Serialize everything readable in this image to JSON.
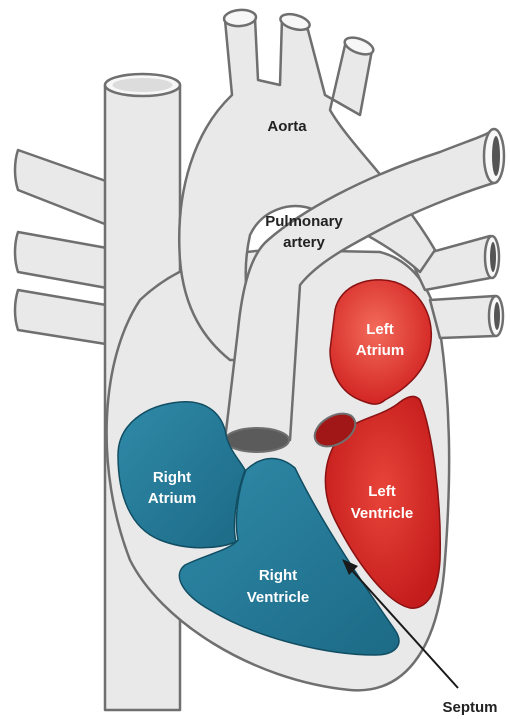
{
  "diagram": {
    "labels": {
      "aorta": "Aorta",
      "pulmonary_artery_line1": "Pulmonary",
      "pulmonary_artery_line2": "artery",
      "left_atrium_line1": "Left",
      "left_atrium_line2": "Atrium",
      "left_ventricle_line1": "Left",
      "left_ventricle_line2": "Ventricle",
      "right_atrium_line1": "Right",
      "right_atrium_line2": "Atrium",
      "right_ventricle_line1": "Right",
      "right_ventricle_line2": "Ventricle",
      "septum": "Septum"
    },
    "colors": {
      "tissue": "#e9e9e9",
      "outline": "#6f6f6f",
      "oxygenated": "#d92b2b",
      "oxygenated_light": "#f06a5a",
      "deoxygenated": "#1f6f8b",
      "deoxygenated_light": "#2f8aa8"
    }
  }
}
